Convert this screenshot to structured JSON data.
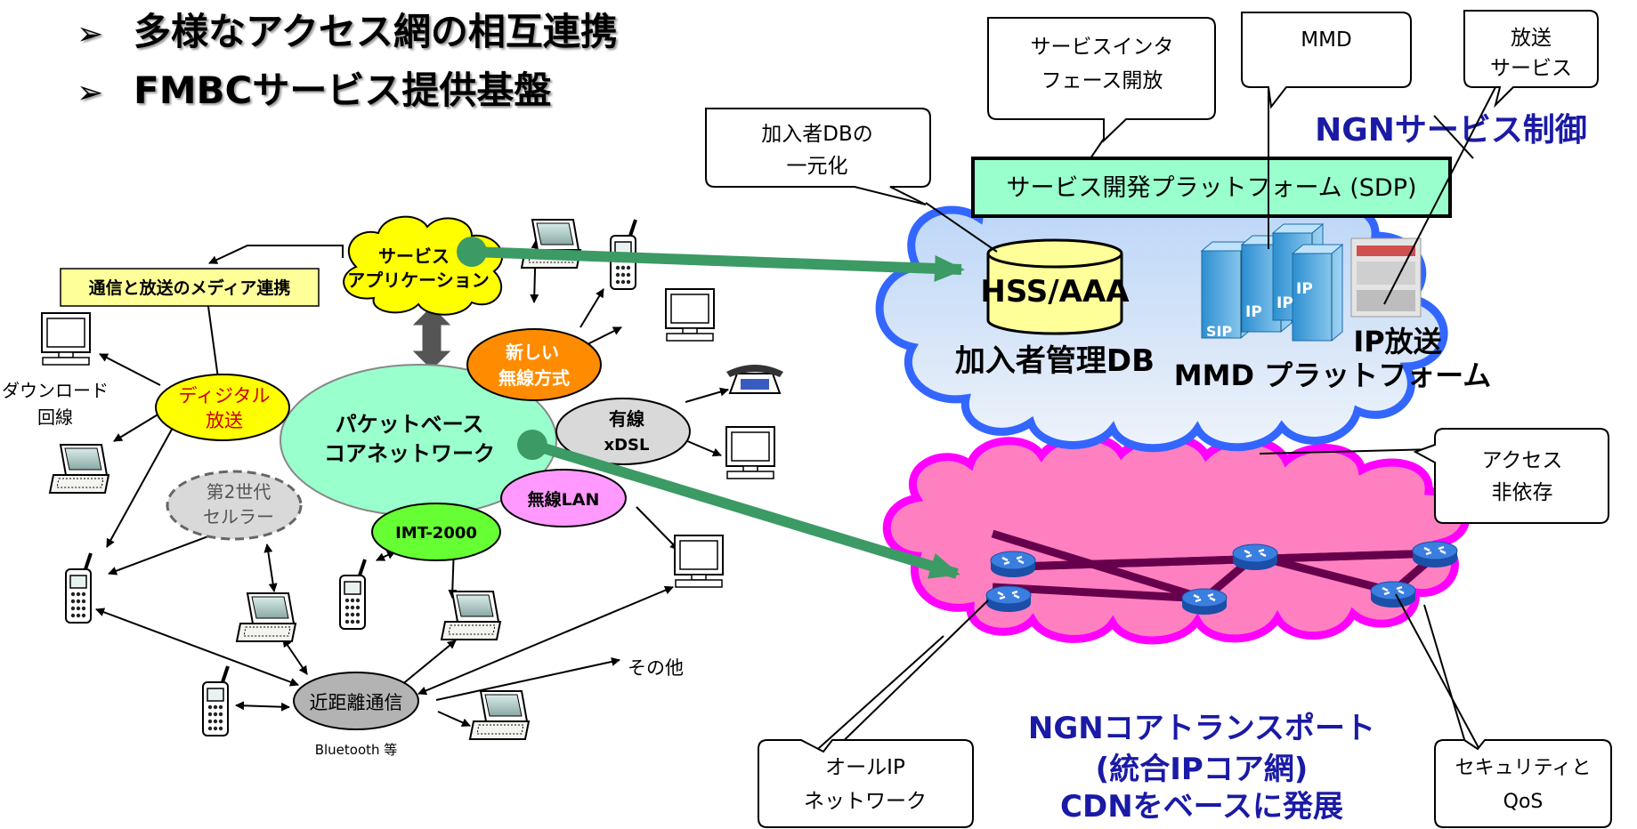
{
  "bullets": [
    "多様なアクセス網の相互連携",
    "FMBCサービス提供基盤"
  ],
  "left": {
    "media_box": "通信と放送のメディア連携",
    "service_app": [
      "サービス",
      "アプリケーション"
    ],
    "core": [
      "パケットベース",
      "コアネットワーク"
    ],
    "wireless_new": [
      "新しい",
      "無線方式"
    ],
    "wired": [
      "有線",
      "xDSL"
    ],
    "digital": [
      "ディジタル",
      "放送"
    ],
    "download": [
      "ダウンロード",
      "回線"
    ],
    "cellular2g": [
      "第2世代",
      "セルラー"
    ],
    "imt": "IMT-2000",
    "wlan": "無線LAN",
    "near": "近距離通信",
    "bluetooth": "Bluetooth 等",
    "other": "その他"
  },
  "right": {
    "callout_sif": [
      "サービスインタ",
      "フェース開放"
    ],
    "callout_mmd": "MMD",
    "callout_bc": [
      "放送",
      "サービス"
    ],
    "callout_sub": [
      "加入者DBの",
      "一元化"
    ],
    "ngn_control": "NGNサービス制御",
    "sdp": "サービス開発プラットフォーム (SDP)",
    "hss": "HSS/AAA",
    "subdb": "加入者管理DB",
    "ipcast": "IP放送",
    "mmdpf": "MMD プラットフォーム",
    "access": [
      "アクセス",
      "非依存"
    ],
    "allip": [
      "オールIP",
      "ネットワーク"
    ],
    "ngn_core": [
      "NGNコアトランスポート",
      "(統合IPコア網)",
      "CDNをベースに発展"
    ],
    "sec": [
      "セキュリティと",
      "QoS"
    ],
    "ip_label": "IP",
    "sip_label": "SIP"
  },
  "colors": {
    "cloud_blue": "#c8dcf6",
    "cloud_blue_edge": "#3366ff",
    "cloud_pink": "#ff80c0",
    "cloud_pink_edge": "#ff00ff",
    "arrow_green": "#3c9a64",
    "ngn_text": "#1a1aa6",
    "sdp_fill": "#99ffcc",
    "hss_fill": "#ffff99",
    "core_fill": "#99ffcc",
    "service_fill": "#ffff00",
    "orange": "#ff8c00",
    "lime": "#66ff33",
    "violet": "#ff99ff",
    "grey_oval": "#d9d9d9",
    "near_oval": "#b3b3b3",
    "link_purple": "#66004d"
  }
}
